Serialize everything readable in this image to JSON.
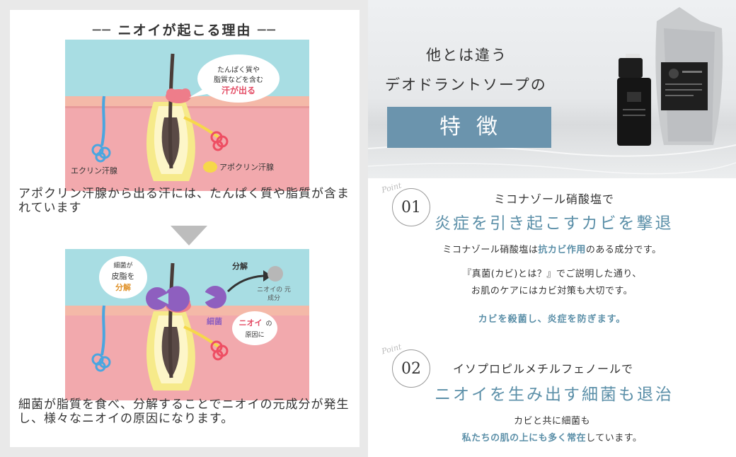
{
  "left": {
    "title": "── ニオイが起こる理由 ──",
    "diagram1": {
      "bubble_line1": "たんぱく質や",
      "bubble_line2": "脂質などを含む",
      "bubble_highlight": "汗が出る",
      "label_eccrine": "エクリン汗腺",
      "label_apocrine": "アポクリン汗腺"
    },
    "caption1": "アポクリン汗腺から出る汗には、たんぱく質や脂質が含まれています",
    "diagram2": {
      "bubble_line1": "細菌が",
      "bubble_line2": "皮脂を",
      "bubble_highlight": "分解",
      "label_decompose": "分解",
      "label_odor_source_1": "ニオイの 元",
      "label_odor_source_2": "成分",
      "label_bacteria": "細菌",
      "bubble2_highlight": "ニオイ",
      "bubble2_line1": "の",
      "bubble2_line2": "原因に"
    },
    "caption2": "細菌が脂質を食べ、分解することでニオイの元成分が発生し、様々なニオイの原因になります。"
  },
  "hero": {
    "title_line1": "他とは違う",
    "title_line2": "デオドラントソープの",
    "feature_label": "特徴"
  },
  "point1": {
    "point_word": "Point",
    "number": "01",
    "subtitle": "ミコナゾール硝酸塩で",
    "headline": "炎症を引き起こすカビを撃退",
    "text1_a": "ミコナゾール硝酸塩は",
    "text1_b": "抗カビ作用",
    "text1_c": "のある成分です。",
    "text2": "『真菌(カビ)とは？』でご説明した通り、",
    "text3": "お肌のケアにはカビ対策も大切です。",
    "emphasis": "カビを殺菌し、炎症を防ぎます。"
  },
  "point2": {
    "point_word": "Point",
    "number": "02",
    "subtitle": "イソプロピルメチルフェノールで",
    "headline": "ニオイを生み出す細菌も退治",
    "text1": "カビと共に細菌も",
    "text2_a": "私たちの肌の上にも多く常在",
    "text2_b": "しています。"
  },
  "colors": {
    "accent": "#5b8fa8",
    "feature_box": "#6b94ad",
    "skin_pink": "#f2a9ad",
    "sky_blue": "#a8dde3"
  }
}
